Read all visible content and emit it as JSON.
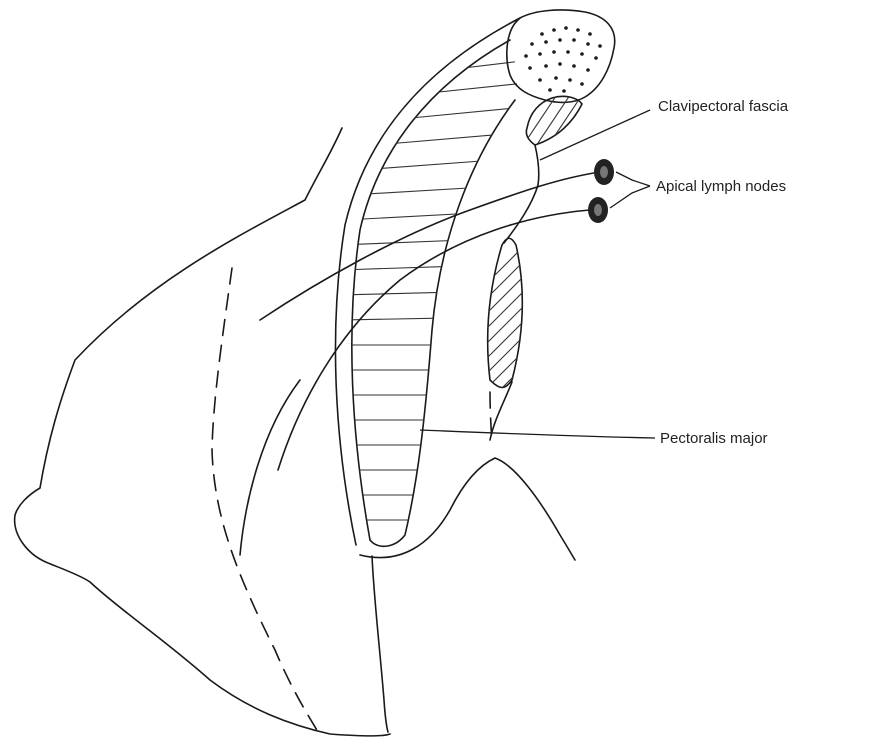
{
  "labels": {
    "clavipectoral_fascia": "Clavipectoral fascia",
    "apical_lymph_nodes": "Apical lymph nodes",
    "pectoralis_major": "Pectoralis major"
  }
}
